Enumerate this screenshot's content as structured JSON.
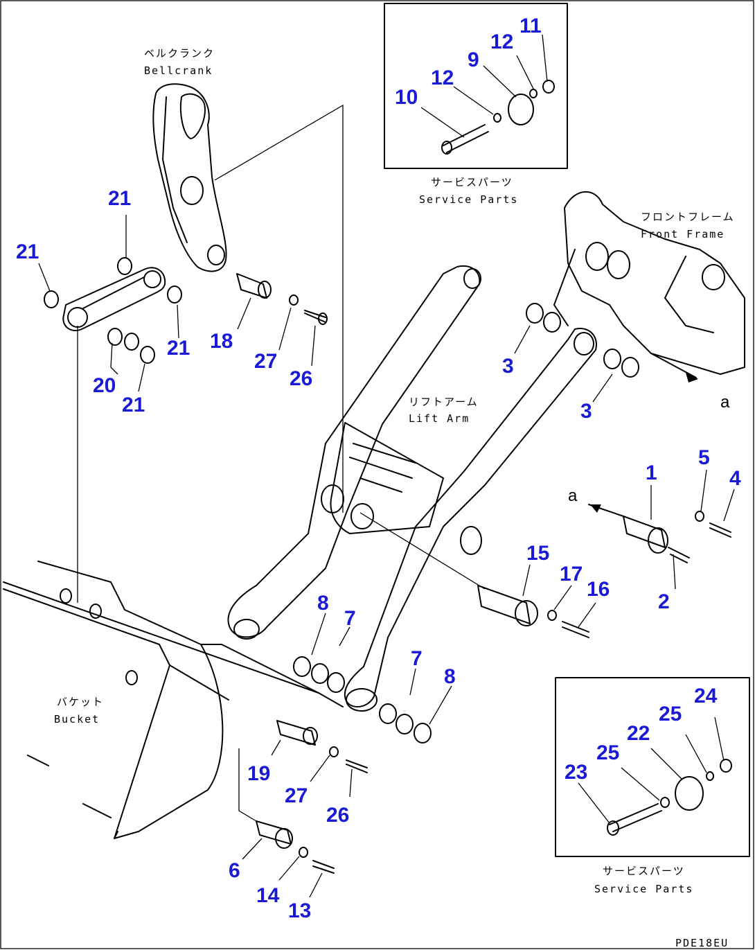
{
  "labels": {
    "bellcrank_jp": "ベルクランク",
    "bellcrank_en": "Bellcrank",
    "service_parts_top_jp": "サービスパーツ",
    "service_parts_top_en": "Service Parts",
    "front_frame_jp": "フロントフレーム",
    "front_frame_en": "Front Frame",
    "lift_arm_jp": "リフトアーム",
    "lift_arm_en": "Lift Arm",
    "bucket_jp": "バケット",
    "bucket_en": "Bucket",
    "service_parts_bottom_jp": "サービスパーツ",
    "service_parts_bottom_en": "Service Parts",
    "drawing_code": "PDE18EU",
    "arrow_a_right": "a",
    "arrow_a_left": "a"
  },
  "callouts": [
    {
      "id": "c1",
      "text": "1"
    },
    {
      "id": "c2",
      "text": "2"
    },
    {
      "id": "c3a",
      "text": "3"
    },
    {
      "id": "c3b",
      "text": "3"
    },
    {
      "id": "c4",
      "text": "4"
    },
    {
      "id": "c5",
      "text": "5"
    },
    {
      "id": "c6",
      "text": "6"
    },
    {
      "id": "c7a",
      "text": "7"
    },
    {
      "id": "c7b",
      "text": "7"
    },
    {
      "id": "c8a",
      "text": "8"
    },
    {
      "id": "c8b",
      "text": "8"
    },
    {
      "id": "c9",
      "text": "9"
    },
    {
      "id": "c10",
      "text": "10"
    },
    {
      "id": "c11",
      "text": "11"
    },
    {
      "id": "c12a",
      "text": "12"
    },
    {
      "id": "c12b",
      "text": "12"
    },
    {
      "id": "c13",
      "text": "13"
    },
    {
      "id": "c14",
      "text": "14"
    },
    {
      "id": "c15",
      "text": "15"
    },
    {
      "id": "c16",
      "text": "16"
    },
    {
      "id": "c17",
      "text": "17"
    },
    {
      "id": "c18",
      "text": "18"
    },
    {
      "id": "c19",
      "text": "19"
    },
    {
      "id": "c20",
      "text": "20"
    },
    {
      "id": "c21a",
      "text": "21"
    },
    {
      "id": "c21b",
      "text": "21"
    },
    {
      "id": "c21c",
      "text": "21"
    },
    {
      "id": "c21d",
      "text": "21"
    },
    {
      "id": "c22",
      "text": "22"
    },
    {
      "id": "c23",
      "text": "23"
    },
    {
      "id": "c24",
      "text": "24"
    },
    {
      "id": "c25a",
      "text": "25"
    },
    {
      "id": "c25b",
      "text": "25"
    },
    {
      "id": "c26a",
      "text": "26"
    },
    {
      "id": "c26b",
      "text": "26"
    },
    {
      "id": "c27a",
      "text": "27"
    },
    {
      "id": "c27b",
      "text": "27"
    }
  ]
}
